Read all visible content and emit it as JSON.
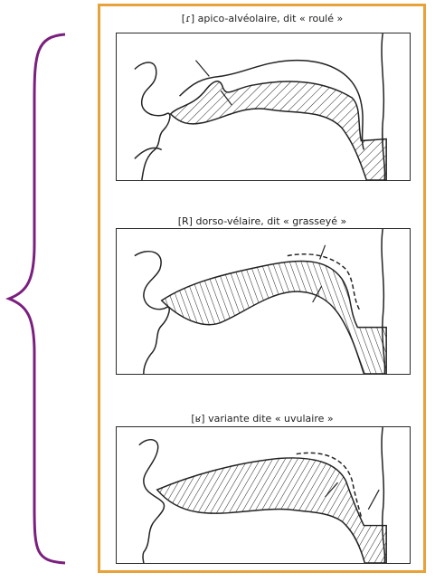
{
  "accent_brace_color": "#7b1f7f",
  "frame_color": "#e8a23a",
  "panels": [
    {
      "caption": "[ɾ] apico-alvéolaire, dit « roulé »"
    },
    {
      "caption": "[R] dorso-vélaire, dit « grasseyé »"
    },
    {
      "caption": "[ʁ] variante dite « uvulaire »"
    }
  ]
}
